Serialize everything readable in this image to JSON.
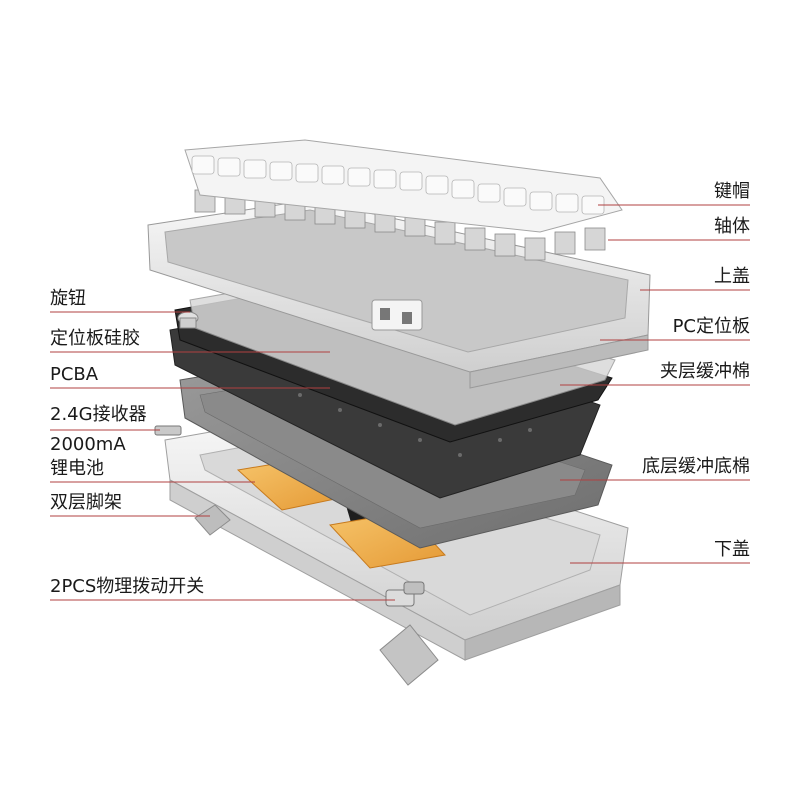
{
  "labels_left": [
    {
      "id": "knob",
      "text": "旋钮"
    },
    {
      "id": "plate-silicone",
      "text": "定位板硅胶"
    },
    {
      "id": "pcba",
      "text": "PCBA"
    },
    {
      "id": "receiver",
      "text": "2.4G接收器"
    },
    {
      "id": "battery-cap",
      "text": "2000mA"
    },
    {
      "id": "battery",
      "text": "锂电池"
    },
    {
      "id": "feet",
      "text": "双层脚架"
    },
    {
      "id": "switches",
      "text": "2PCS物理拨动开关"
    }
  ],
  "labels_right": [
    {
      "id": "keycaps",
      "text": "键帽"
    },
    {
      "id": "key-switches",
      "text": "轴体"
    },
    {
      "id": "top-case",
      "text": "上盖"
    },
    {
      "id": "pc-plate",
      "text": "PC定位板"
    },
    {
      "id": "mid-foam",
      "text": "夹层缓冲棉"
    },
    {
      "id": "bottom-foam",
      "text": "底层缓冲底棉"
    },
    {
      "id": "bottom-case",
      "text": "下盖"
    }
  ],
  "colors": {
    "leader_line": "#b04040",
    "case": "#e6e6e6",
    "case_shadow": "#bdbdbd",
    "pcb": "#3a3a3a",
    "foam": "#8c8c8c",
    "battery": "#f0b050",
    "keycap": "#f2f2f2"
  }
}
